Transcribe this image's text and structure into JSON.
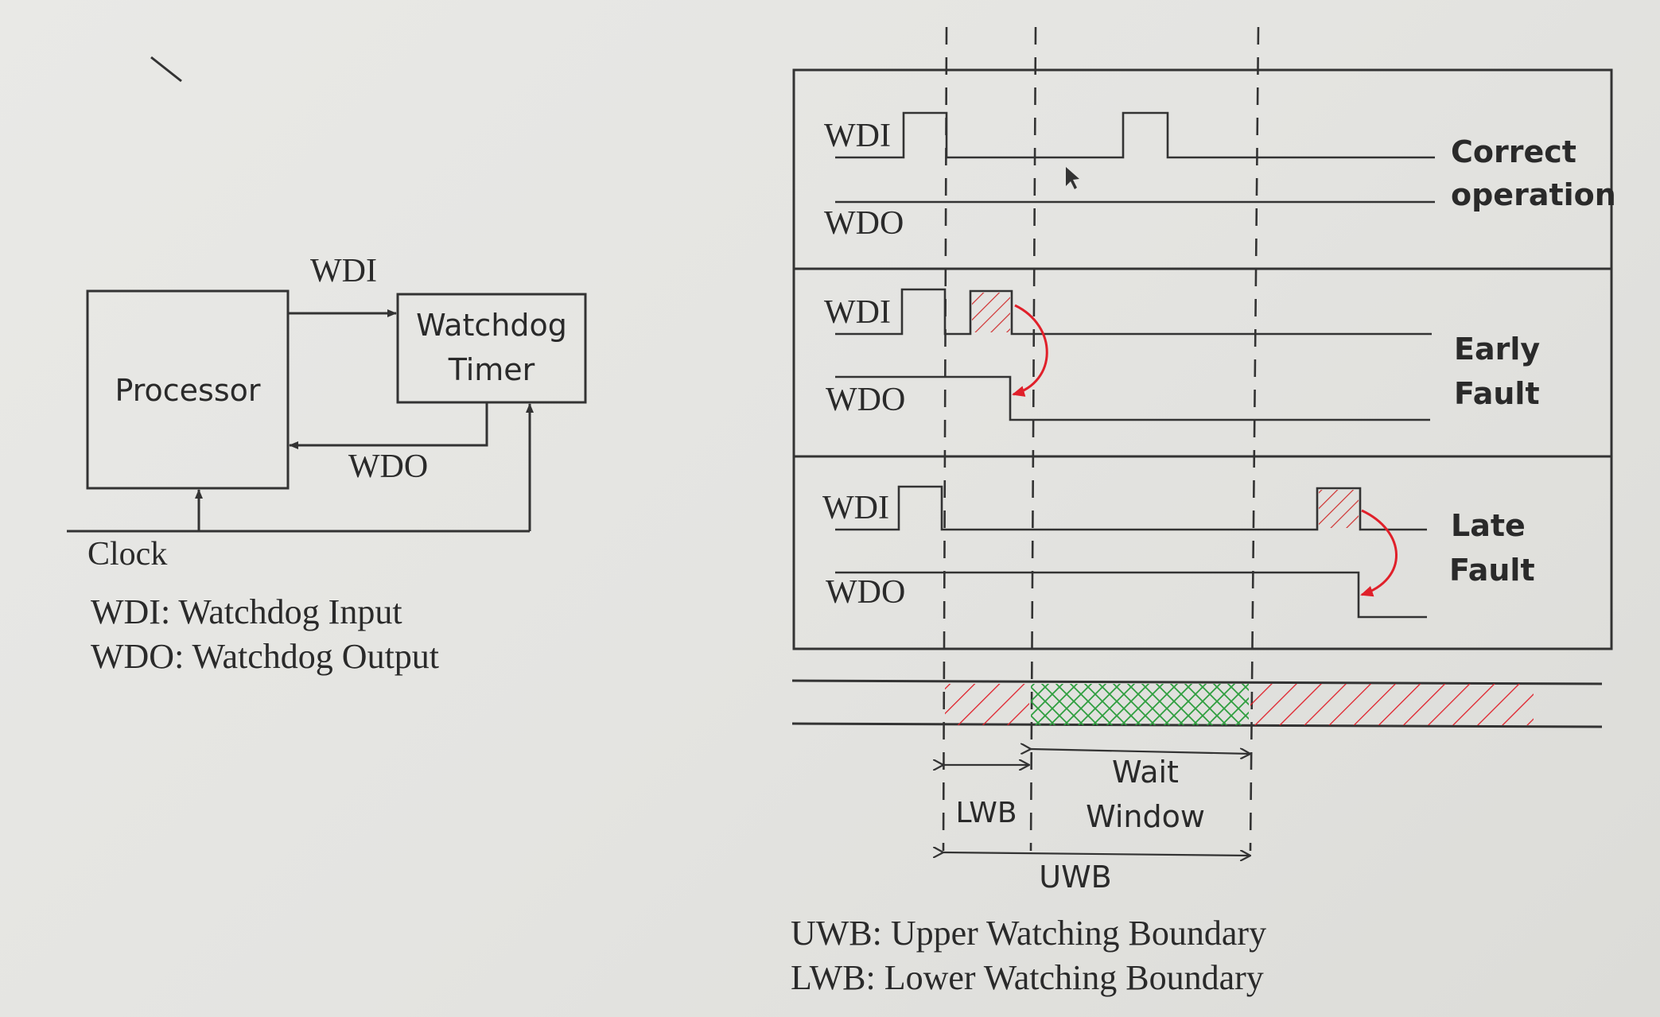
{
  "block_diagram": {
    "processor_label": "Processor",
    "watchdog_label_line1": "Watchdog",
    "watchdog_label_line2": "Timer",
    "wdi_label": "WDI",
    "wdo_label": "WDO",
    "clock_label": "Clock",
    "legend_wdi": "WDI: Watchdog Input",
    "legend_wdo": "WDO: Watchdog Output"
  },
  "timing": {
    "rows": [
      {
        "wdi": "WDI",
        "wdo": "WDO",
        "label_line1": "Correct",
        "label_line2": "operation"
      },
      {
        "wdi": "WDI",
        "wdo": "WDO",
        "label_line1": "Early",
        "label_line2": "Fault"
      },
      {
        "wdi": "WDI",
        "wdo": "WDO",
        "label_line1": "Late",
        "label_line2": "Fault"
      }
    ],
    "lwb_label": "LWB",
    "wait_line1": "Wait",
    "wait_line2": "Window",
    "uwb_label": "UWB",
    "legend_uwb": "UWB: Upper Watching Boundary",
    "legend_lwb": "LWB: Lower Watching Boundary"
  },
  "colors": {
    "red_hatch": "#e0202a",
    "green_hatch": "#2f9e3f",
    "line": "#333333"
  }
}
